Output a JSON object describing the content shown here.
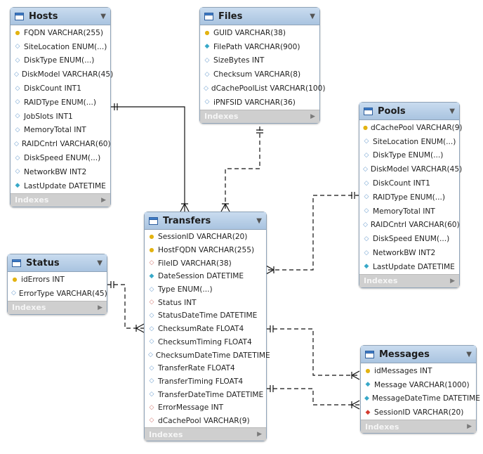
{
  "tables": {
    "hosts": {
      "name": "Hosts",
      "columns": [
        {
          "icon": "key-icon",
          "label": "FQDN VARCHAR(255)"
        },
        {
          "icon": "diamond-empty-icon",
          "label": "SiteLocation ENUM(...)"
        },
        {
          "icon": "diamond-empty-icon",
          "label": "DiskType ENUM(...)"
        },
        {
          "icon": "diamond-empty-icon",
          "label": "DiskModel VARCHAR(45)"
        },
        {
          "icon": "diamond-empty-icon",
          "label": "DiskCount INT1"
        },
        {
          "icon": "diamond-empty-icon",
          "label": "RAIDType ENUM(...)"
        },
        {
          "icon": "diamond-empty-icon",
          "label": "JobSlots INT1"
        },
        {
          "icon": "diamond-empty-icon",
          "label": "MemoryTotal INT"
        },
        {
          "icon": "diamond-empty-icon",
          "label": "RAIDCntrl VARCHAR(60)"
        },
        {
          "icon": "diamond-empty-icon",
          "label": "DiskSpeed ENUM(...)"
        },
        {
          "icon": "diamond-empty-icon",
          "label": "NetworkBW INT2"
        },
        {
          "icon": "diamond-filled-icon",
          "label": "LastUpdate DATETIME"
        }
      ],
      "footer": "Indexes"
    },
    "files": {
      "name": "Files",
      "columns": [
        {
          "icon": "key-icon",
          "label": "GUID VARCHAR(38)"
        },
        {
          "icon": "diamond-filled-icon",
          "label": "FilePath VARCHAR(900)"
        },
        {
          "icon": "diamond-empty-icon",
          "label": "SizeBytes INT"
        },
        {
          "icon": "diamond-empty-icon",
          "label": "Checksum VARCHAR(8)"
        },
        {
          "icon": "diamond-empty-icon",
          "label": "dCachePoolList VARCHAR(100)"
        },
        {
          "icon": "diamond-empty-icon",
          "label": "iPNFSID VARCHAR(36)"
        }
      ],
      "footer": "Indexes"
    },
    "pools": {
      "name": "Pools",
      "columns": [
        {
          "icon": "key-icon",
          "label": "dCachePool VARCHAR(9)"
        },
        {
          "icon": "diamond-empty-icon",
          "label": "SiteLocation ENUM(...)"
        },
        {
          "icon": "diamond-empty-icon",
          "label": "DiskType ENUM(...)"
        },
        {
          "icon": "diamond-empty-icon",
          "label": "DiskModel VARCHAR(45)"
        },
        {
          "icon": "diamond-empty-icon",
          "label": "DiskCount INT1"
        },
        {
          "icon": "diamond-empty-icon",
          "label": "RAIDType ENUM(...)"
        },
        {
          "icon": "diamond-empty-icon",
          "label": "MemoryTotal INT"
        },
        {
          "icon": "diamond-empty-icon",
          "label": "RAIDCntrl VARCHAR(60)"
        },
        {
          "icon": "diamond-empty-icon",
          "label": "DiskSpeed ENUM(...)"
        },
        {
          "icon": "diamond-empty-icon",
          "label": "NetworkBW INT2"
        },
        {
          "icon": "diamond-filled-icon",
          "label": "LastUpdate DATETIME"
        }
      ],
      "footer": "Indexes"
    },
    "transfers": {
      "name": "Transfers",
      "columns": [
        {
          "icon": "key-icon",
          "label": "SessionID VARCHAR(20)"
        },
        {
          "icon": "key-icon",
          "label": "HostFQDN VARCHAR(255)"
        },
        {
          "icon": "fk-empty-icon",
          "label": "FileID VARCHAR(38)"
        },
        {
          "icon": "diamond-filled-icon",
          "label": "DateSession DATETIME"
        },
        {
          "icon": "diamond-empty-icon",
          "label": "Type ENUM(...)"
        },
        {
          "icon": "fk-empty-icon",
          "label": "Status INT"
        },
        {
          "icon": "diamond-empty-icon",
          "label": "StatusDateTime DATETIME"
        },
        {
          "icon": "diamond-empty-icon",
          "label": "ChecksumRate FLOAT4"
        },
        {
          "icon": "diamond-empty-icon",
          "label": "ChecksumTiming FLOAT4"
        },
        {
          "icon": "diamond-empty-icon",
          "label": "ChecksumDateTime DATETIME"
        },
        {
          "icon": "diamond-empty-icon",
          "label": "TransferRate FLOAT4"
        },
        {
          "icon": "diamond-empty-icon",
          "label": "TransferTiming FLOAT4"
        },
        {
          "icon": "diamond-empty-icon",
          "label": "TransferDateTime DATETIME"
        },
        {
          "icon": "fk-empty-icon",
          "label": "ErrorMessage INT"
        },
        {
          "icon": "fk-empty-icon",
          "label": "dCachePool VARCHAR(9)"
        }
      ],
      "footer": "Indexes"
    },
    "status": {
      "name": "Status",
      "columns": [
        {
          "icon": "key-icon",
          "label": "idErrors INT"
        },
        {
          "icon": "diamond-empty-icon",
          "label": "ErrorType VARCHAR(45)"
        }
      ],
      "footer": "Indexes"
    },
    "messages": {
      "name": "Messages",
      "columns": [
        {
          "icon": "key-icon",
          "label": "idMessages INT"
        },
        {
          "icon": "diamond-filled-icon",
          "label": "Message VARCHAR(1000)"
        },
        {
          "icon": "diamond-filled-icon",
          "label": "MessageDateTime DATETIME"
        },
        {
          "icon": "fk-filled-icon",
          "label": "SessionID VARCHAR(20)"
        }
      ],
      "footer": "Indexes"
    }
  },
  "colors": {
    "header": "#b8cfe6",
    "border": "#8fa3b8",
    "footer": "#cfcfcf",
    "edge": "#111111"
  }
}
